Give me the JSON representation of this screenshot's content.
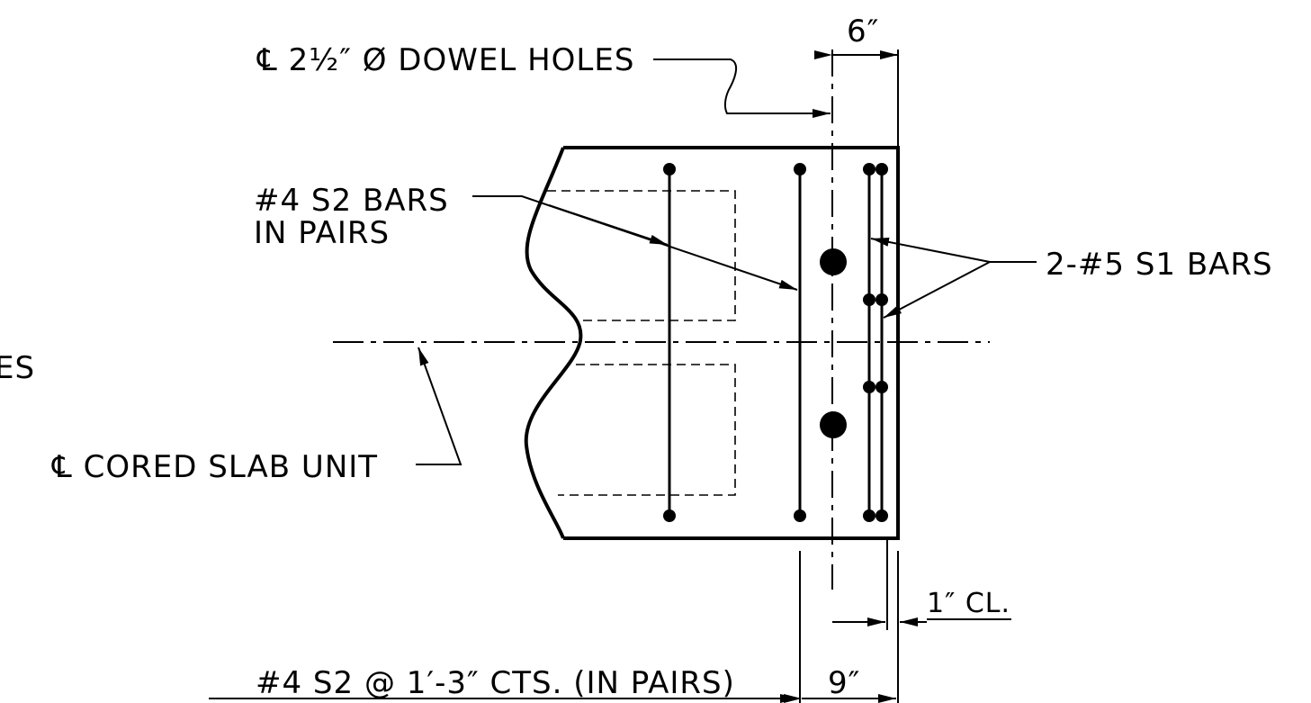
{
  "labels": {
    "dowel_holes": "℄ 2½″ Ø DOWEL HOLES",
    "dim_6": "6″",
    "s2_bars_line1": "#4 S2 BARS",
    "s2_bars_line2": "IN PAIRS",
    "s1_bars": "2-#5 S1 BARS",
    "es_fragment": "ES",
    "cored_slab": "℄ CORED SLAB UNIT",
    "clear_cover": "1″ CL.",
    "s2_spacing": "#4 S2 @ 1′-3″ CTS. (IN PAIRS)",
    "dim_9": "9″"
  }
}
